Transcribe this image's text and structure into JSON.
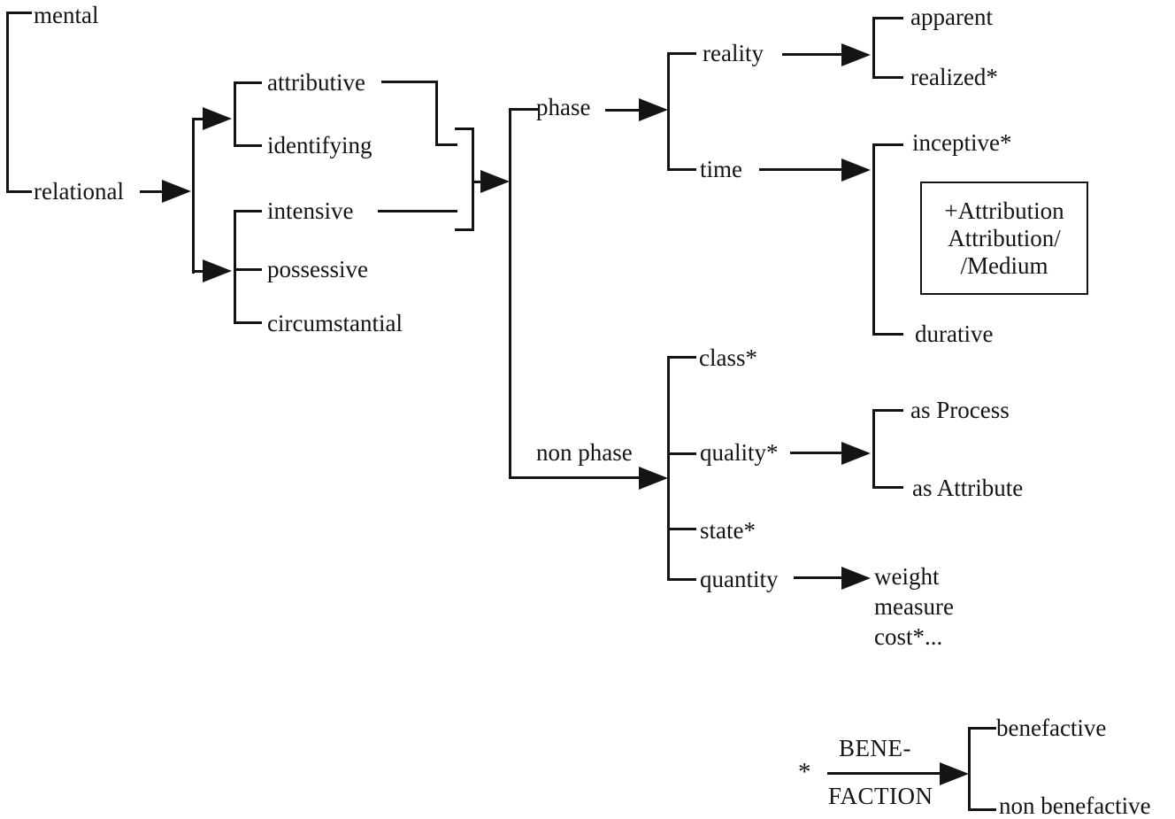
{
  "nodes": {
    "mental": "mental",
    "relational": "relational",
    "attributive": "attributive",
    "identifying": "identifying",
    "intensive": "intensive",
    "possessive": "possessive",
    "circumstantial": "circumstantial",
    "phase": "phase",
    "non_phase": "non phase",
    "reality": "reality",
    "time": "time",
    "apparent": "apparent",
    "realized": "realized*",
    "inceptive": "inceptive*",
    "durative": "durative",
    "class": "class*",
    "quality": "quality*",
    "state": "state*",
    "quantity": "quantity",
    "as_process": "as Process",
    "as_attribute": "as Attribute",
    "weight": "weight",
    "measure": "measure",
    "cost": "cost*...",
    "benefactive": "benefactive",
    "non_benefactive": "non benefactive"
  },
  "annotation_box": {
    "line1": "+Attribution",
    "line2": "Attribution/",
    "line3": "/Medium"
  },
  "legend": {
    "marker": "*",
    "system_top": "BENE-",
    "system_bottom": "FACTION"
  },
  "structure": {
    "root": [
      "mental",
      "relational"
    ],
    "relational": [
      [
        "attributive",
        "identifying"
      ],
      [
        "intensive",
        "possessive",
        "circumstantial"
      ]
    ],
    "joined_options": [
      "phase",
      "non phase"
    ],
    "phase": [
      "reality",
      "time"
    ],
    "reality": [
      "apparent",
      "realized*"
    ],
    "time": [
      "inceptive*",
      "durative"
    ],
    "non_phase": [
      "class*",
      "quality*",
      "state*",
      "quantity"
    ],
    "quality": [
      "as Process",
      "as Attribute"
    ],
    "quantity": [
      "weight",
      "measure",
      "cost*..."
    ],
    "benefaction": [
      "benefactive",
      "non benefactive"
    ]
  },
  "colors": {
    "line": "#141414",
    "background": "#ffffff"
  }
}
